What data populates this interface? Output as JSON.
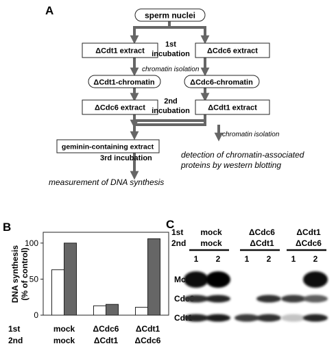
{
  "panel_labels": {
    "a": "A",
    "b": "B",
    "c": "C"
  },
  "flow": {
    "sperm": "sperm nuclei",
    "dcdt1_extract": "ΔCdt1 extract",
    "dcdc6_extract": "ΔCdc6 extract",
    "first_inc": [
      "1st",
      "incubation"
    ],
    "chromatin_isolation": "chromatin isolation",
    "dcdt1_chromatin": "ΔCdt1-chromatin",
    "dcdc6_chromatin": "ΔCdc6-chromatin",
    "dcdc6_extract_2": "ΔCdc6 extract",
    "dcdt1_extract_2": "ΔCdt1 extract",
    "second_inc": [
      "2nd",
      "incubation"
    ],
    "geminin": "geminin-containing extract",
    "third_inc": "3rd incubation",
    "chromatin_isolation_2": "chromatin isolation",
    "detection": [
      "detection of chromatin-associated",
      "proteins by western blotting"
    ],
    "measurement": "measurement of DNA synthesis"
  },
  "chart_data": {
    "type": "bar",
    "ylabel": [
      "DNA synthesis",
      "(% of control)"
    ],
    "ylim": [
      0,
      115
    ],
    "yticks": [
      0,
      50,
      100
    ],
    "groups": [
      {
        "first": "mock",
        "second": "mock",
        "values": [
          63,
          100
        ]
      },
      {
        "first": "ΔCdc6",
        "second": "ΔCdt1",
        "values": [
          13,
          15
        ]
      },
      {
        "first": "ΔCdt1",
        "second": "ΔCdc6",
        "values": [
          11,
          106
        ]
      }
    ],
    "series_colors": [
      "#ffffff",
      "#666666"
    ],
    "row_labels": {
      "first": "1st",
      "second": "2nd"
    }
  },
  "blot": {
    "row_labels": {
      "first": "1st",
      "second": "2nd"
    },
    "groups": [
      {
        "first": "mock",
        "second": "mock",
        "lanes": [
          "1",
          "2"
        ]
      },
      {
        "first": "ΔCdc6",
        "second": "ΔCdt1",
        "lanes": [
          "1",
          "2"
        ]
      },
      {
        "first": "ΔCdt1",
        "second": "ΔCdc6",
        "lanes": [
          "1",
          "2"
        ]
      }
    ],
    "proteins": [
      "Mcm4",
      "Cdc6",
      "Cdt1"
    ],
    "intensity": [
      [
        0.95,
        1.0,
        0.0,
        0.0,
        0.0,
        0.95
      ],
      [
        0.8,
        0.85,
        0.0,
        0.8,
        0.75,
        0.6
      ],
      [
        0.85,
        0.9,
        0.75,
        0.8,
        0.15,
        0.85
      ]
    ]
  }
}
